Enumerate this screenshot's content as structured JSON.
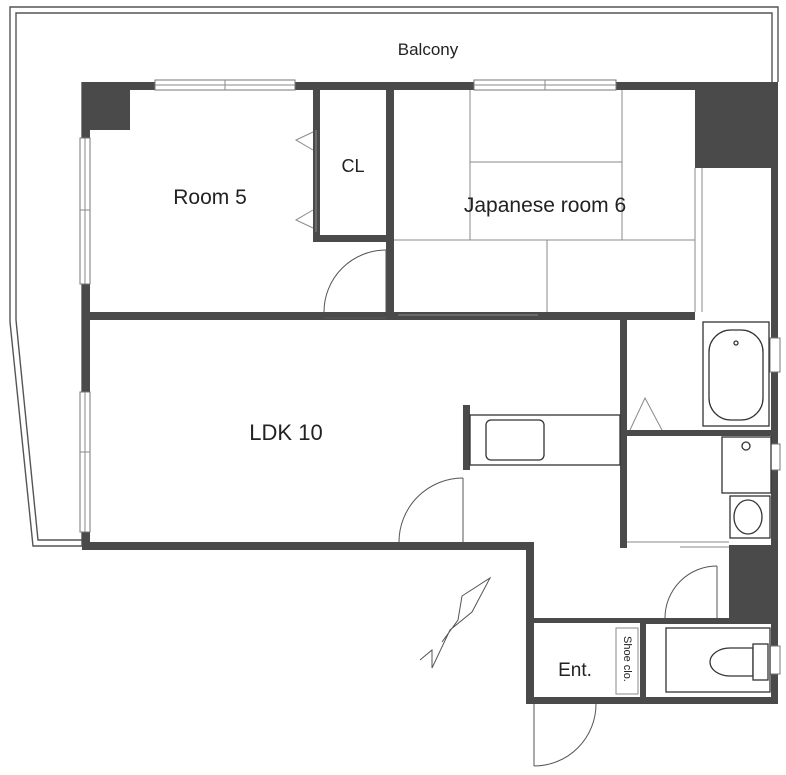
{
  "floorplan": {
    "labels": {
      "balcony": "Balcony",
      "room5": "Room 5",
      "closet": "CL",
      "japanese_room": "Japanese room 6",
      "ldk": "LDK 10",
      "entrance": "Ent.",
      "shoe_closet": "Shoe clo."
    }
  }
}
